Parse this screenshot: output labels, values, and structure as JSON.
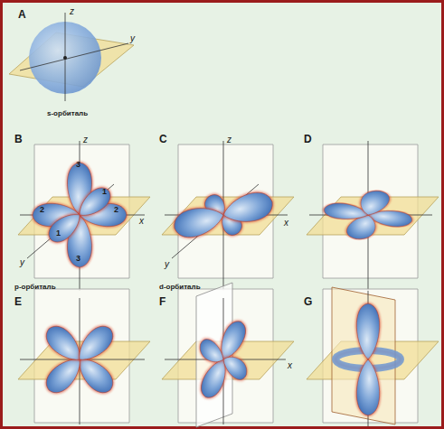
{
  "diagram": {
    "labels": [
      "A",
      "z",
      "y",
      "s-орбиталь",
      "B",
      "z",
      "3",
      "1",
      "2",
      "2",
      "x",
      "1",
      "y",
      "3",
      "p-орбиталь",
      "C",
      "z",
      "x",
      "y",
      "d-орбиталь",
      "D",
      "E",
      "F",
      "x",
      "G"
    ]
  }
}
